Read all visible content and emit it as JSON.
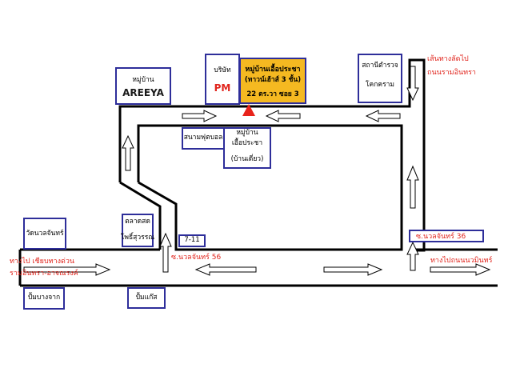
{
  "map": {
    "village_areeya": {
      "line1": "หมู่บ้าน",
      "line2": "AREEYA"
    },
    "company_pm": {
      "line1": "บริษัท",
      "line2": "PM"
    },
    "target": {
      "line1": "หมู่บ้านเอื้อประชา",
      "line2": "(ทาวน์เฮ้าส์ 3 ชั้น)",
      "line3": "22 ตร.วา ซอย 3",
      "highlight_color": "#f5b921",
      "marker_color": "#e8231b"
    },
    "police_station": {
      "line1": "สถานีตำรวจ",
      "line2": "โคกคราม"
    },
    "shortcut_label": {
      "line1": "เส้นทางลัดไป",
      "line2": "ถนนรามอินทรา"
    },
    "football_field": "สนามฟุตบอล",
    "village_uea": {
      "line1": "หมู่บ้าน",
      "line2": "เอื้อประชา",
      "line3": "(บ้านเดี่ยว)"
    },
    "market": {
      "line1": "ตลาดสด",
      "line2": "โพธิ์สุวรรณ"
    },
    "seven_eleven": "7-11",
    "soi_56": "ซ.นวลจันทร์ 56",
    "soi_36": "ซ.นวลจันทร์ 36",
    "temple": "วัดนวลจันทร์",
    "expressway": {
      "line1": "ทางไป เชียบทางด่วน",
      "line2": "รามอินทรา-อาจณรงค์"
    },
    "to_nuanchan": "ทางไปถนนนวมินทร์",
    "bus_stop": "ปั้มบางจาก",
    "gas_station": "ปั้มแก๊ส",
    "colors": {
      "road": "#000000",
      "box_border": "#2e2e9a",
      "red_text": "#e0241c"
    }
  }
}
